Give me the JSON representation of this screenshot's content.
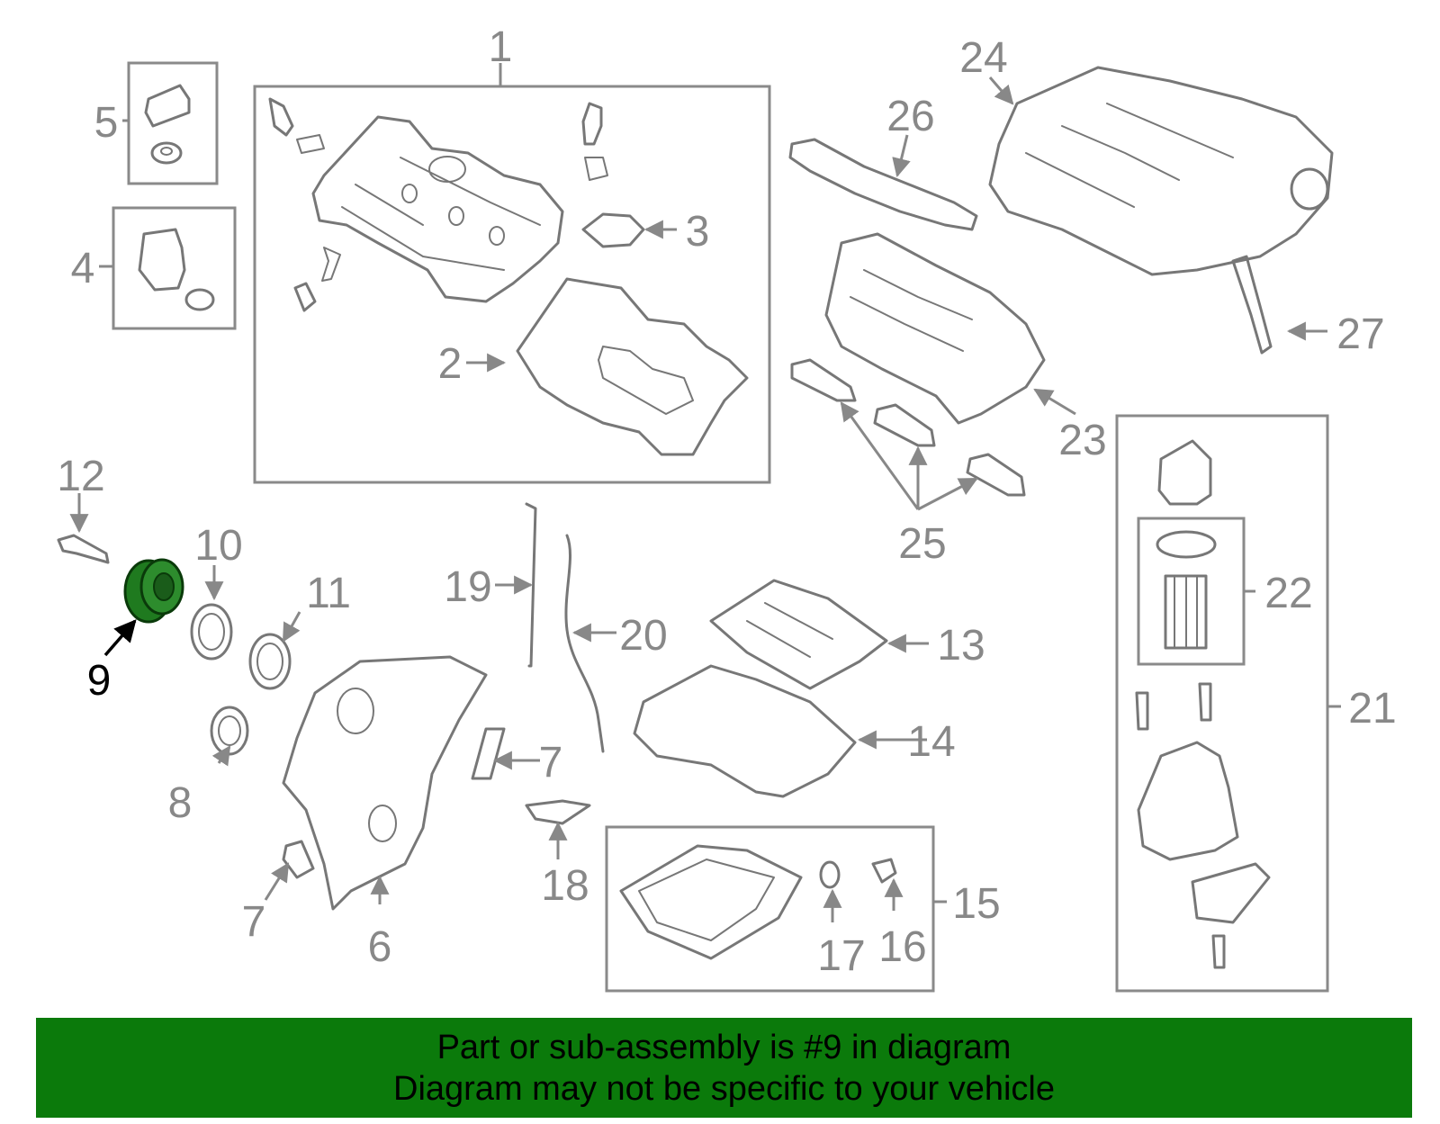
{
  "diagram": {
    "highlighted_part": "9",
    "colors": {
      "banner": "#0b7a0b",
      "highlight_part": "#1f7a1f",
      "linework": "#777777",
      "labels": "#888888",
      "highlight_label": "#000000"
    },
    "labels": {
      "p1": "1",
      "p2": "2",
      "p3": "3",
      "p4": "4",
      "p5": "5",
      "p6": "6",
      "p7a": "7",
      "p7b": "7",
      "p8": "8",
      "p9": "9",
      "p10": "10",
      "p11": "11",
      "p12": "12",
      "p13": "13",
      "p14": "14",
      "p15": "15",
      "p16": "16",
      "p17": "17",
      "p18": "18",
      "p19": "19",
      "p20": "20",
      "p21": "21",
      "p22": "22",
      "p23": "23",
      "p24": "24",
      "p25": "25",
      "p26": "26",
      "p27": "27"
    }
  },
  "banner": {
    "line1": "Part or sub-assembly is #9 in diagram",
    "line2": "Diagram may not be specific to your vehicle"
  }
}
